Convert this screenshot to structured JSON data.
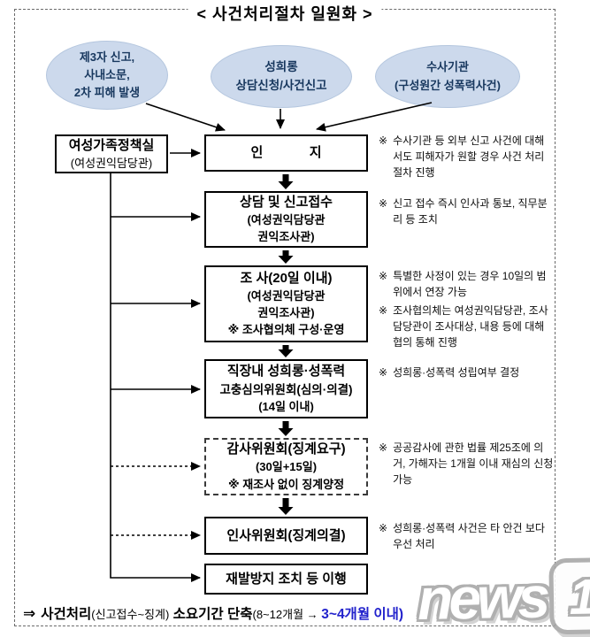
{
  "title": "< 사건처리절차 일원화 >",
  "colors": {
    "ellipse_fill": "#ccd9ec",
    "ellipse_text": "#17375e",
    "highlight_blue": "#2222cc",
    "line_black": "#000000"
  },
  "sources": [
    {
      "lines": [
        "제3자 신고,",
        "사내소문,",
        "2차 피해 발생"
      ]
    },
    {
      "lines": [
        "성희롱",
        "상담신청/사건신고"
      ]
    },
    {
      "lines": [
        "수사기관",
        "(구성원간 성폭력사건)"
      ]
    }
  ],
  "org_box": {
    "lines": [
      "여성가족정책실",
      "(여성권익담당관)"
    ]
  },
  "steps": [
    {
      "lines": [
        "인   지"
      ]
    },
    {
      "lines": [
        "상담 및 신고접수",
        "(여성권익담당관",
        "권익조사관)"
      ]
    },
    {
      "lines": [
        "조 사(20일 이내)",
        "(여성권익담당관",
        "권익조사관)",
        "※ 조사협의체 구성·운영"
      ]
    },
    {
      "lines": [
        "직장내 성희롱·성폭력",
        "고충심의위원회(심의·의결)",
        "(14일 이내)"
      ]
    },
    {
      "lines": [
        "감사위원회(징계요구)",
        "(30일+15일)",
        "※ 재조사 없이 징계양정"
      ]
    },
    {
      "lines": [
        "인사위원회(징계의결)"
      ]
    },
    {
      "lines": [
        "재발방지 조치 등 이행"
      ]
    }
  ],
  "notes": [
    {
      "marker": "※",
      "text": "수사기관 등 외부 신고 사건에 대해서도 피해자가 원할 경우 사건 처리절차 진행"
    },
    {
      "marker": "※",
      "text": "신고 접수 즉시 인사과 통보, 직무분리 등 조치"
    },
    {
      "marker": "※",
      "text": "특별한 사정이 있는 경우 10일의 범위에서 연장 가능"
    },
    {
      "marker": "※",
      "text": "조사협의체는 여성권익담당관, 조사담당관이 조사대상, 내용 등에 대해 협의 통해 진행"
    },
    {
      "marker": "※",
      "text": "성희롱·성폭력 성립여부 결정"
    },
    {
      "marker": "※",
      "text": "공공감사에 관한 법률 제25조에 의거, 가해자는 1개월 이내 재심의 신청 가능"
    },
    {
      "marker": "※",
      "text": "성희롱·성폭력 사건은 타 안건 보다 우선 처리"
    }
  ],
  "summary": {
    "arrow": "⇒",
    "bold1": "사건처리",
    "paren1": "(신고접수~징계)",
    "bold2": " 소요기간 단축",
    "paren2": "(8~12개월 → ",
    "highlight": "3~4개월 이내)"
  },
  "watermark": {
    "text": "news",
    "digit": "1"
  }
}
